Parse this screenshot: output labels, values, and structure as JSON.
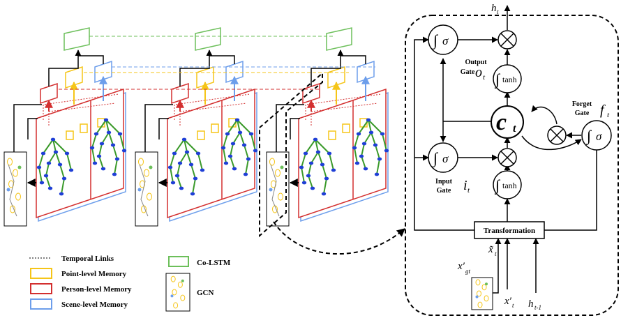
{
  "legend": {
    "temporal_links": "Temporal Links",
    "point_memory": "Point-level Memory",
    "person_memory": "Person-level Memory",
    "scene_memory": "Scene-level Memory",
    "co_lstm": "Co-LSTM",
    "gcn": "GCN"
  },
  "cell": {
    "output_gate": [
      "Output",
      "Gate"
    ],
    "input_gate": [
      "Input",
      "Gate"
    ],
    "forget_gate": [
      "Forget",
      "Gate"
    ],
    "transformation": "Transformation",
    "sigma": "σ",
    "tanh": "tanh",
    "multiply": "⊗",
    "vars": {
      "h_t": "h",
      "h_t_sub": "t",
      "o_t": "o",
      "o_t_sub": "t",
      "i_t": "i",
      "i_t_sub": "t",
      "f_t": "f",
      "f_t_sub": "t",
      "c_t": "c",
      "c_t_sub": "t",
      "x_tilde": "x̃",
      "x_tilde_sub": "t",
      "x_gt": "x′",
      "x_gt_sub": "gt",
      "x_t": "x′",
      "x_t_sub": "t",
      "h_prev": "h",
      "h_prev_sub": "t-1"
    }
  },
  "colors": {
    "point": "#f5c518",
    "person": "#d32f2f",
    "scene": "#6d9eeb",
    "colstm": "#6cbf5a",
    "joint": "#1f3fd6",
    "bone": "#3a9a2a"
  }
}
